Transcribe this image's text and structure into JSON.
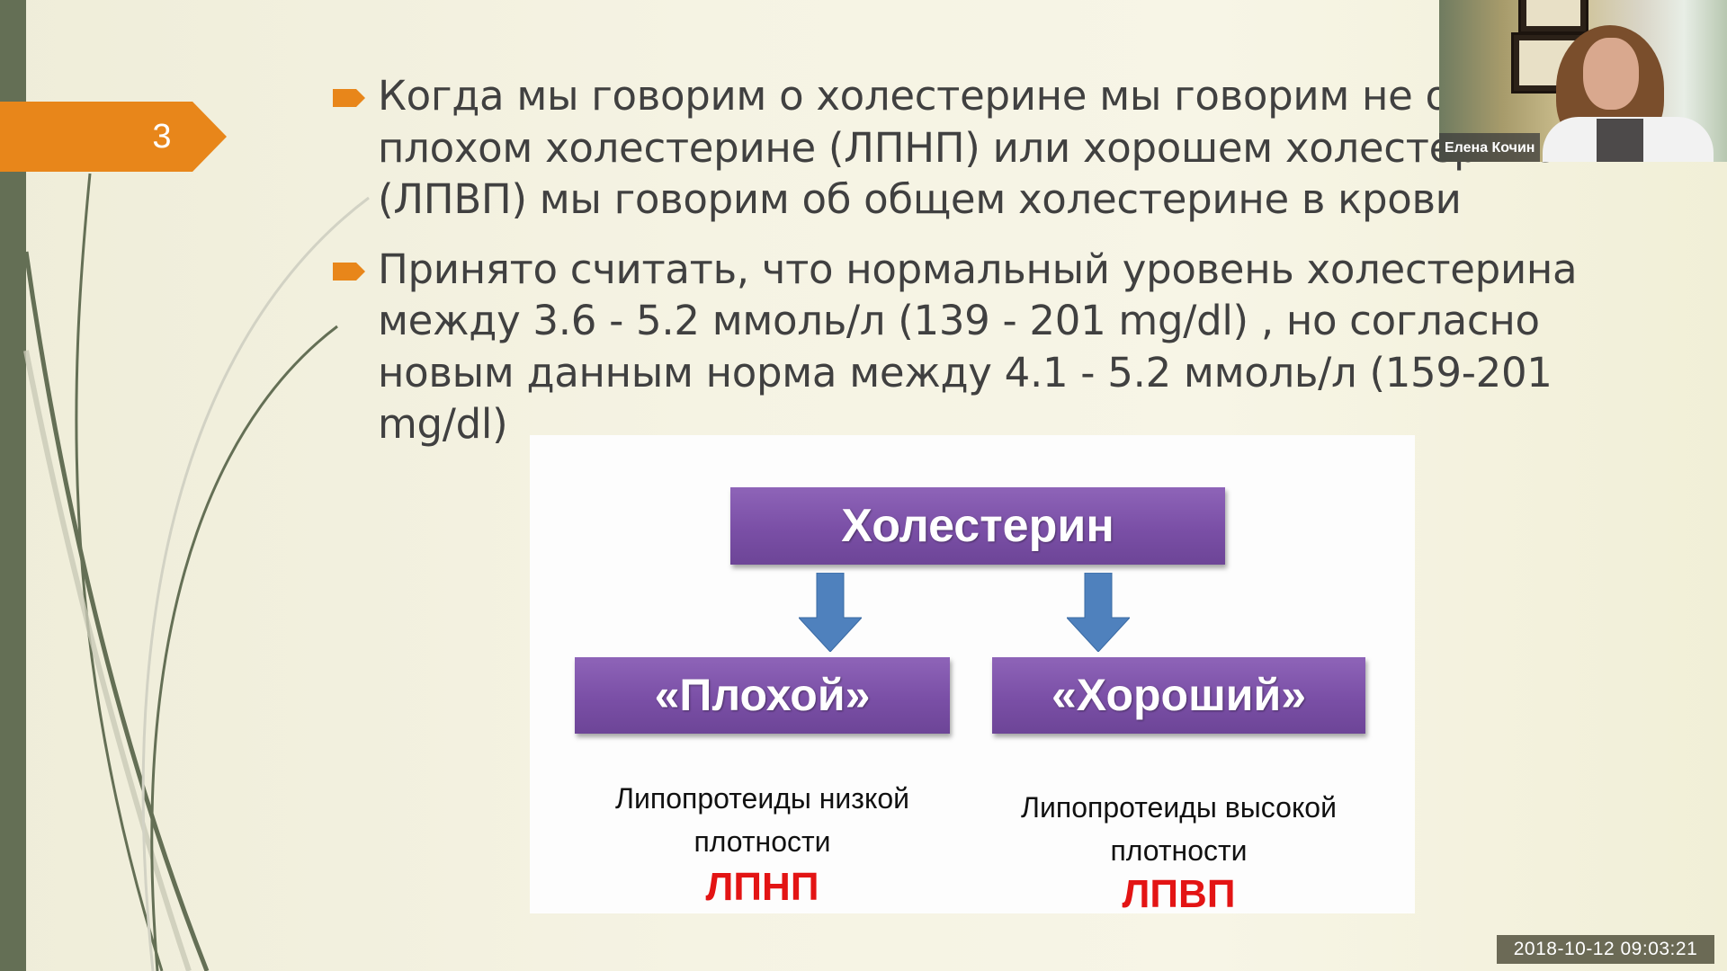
{
  "slide": {
    "number": "3",
    "bullets": [
      {
        "text": "Когда мы говорим о холестерине мы говорим не о плохом холестерине (ЛПНП) или хорошем холестерине (ЛПВП) мы говорим об общем холестерине в крови"
      },
      {
        "text": "Принято считать, что нормальный  уровень холестерина между 3.6 - 5.2 ммоль/л (139 - 201 mg/dl) , но согласно новым данным  норма  между 4.1 - 5.2 ммоль/л (159-201 mg/dl)"
      }
    ],
    "diagram": {
      "root": "Холестерин",
      "left": {
        "label": "«Плохой»",
        "caption": "Липопротеиды низкой плотности",
        "abbr": "ЛПНП"
      },
      "right": {
        "label": "«Хороший»",
        "caption": "Липопротеиды высокой плотности",
        "abbr": "ЛПВП"
      }
    },
    "colors": {
      "accent": "#e8861a",
      "sidebar": "#646f55",
      "box": "#7a4fa6",
      "arrow": "#4f81bd",
      "abbr": "#e31414",
      "background": "#f3f1df"
    }
  },
  "webcam": {
    "participant_name": "Елена Кочин"
  },
  "recording": {
    "timestamp": "2018-10-12  09:03:21"
  }
}
